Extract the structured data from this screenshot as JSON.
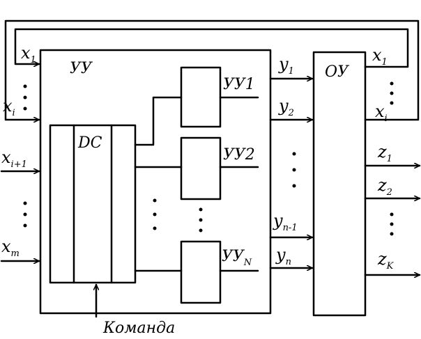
{
  "labels": {
    "control_unit": "УУ",
    "operational_unit": "ОУ",
    "decoder": "DC",
    "command": "Команда",
    "sub_units": [
      {
        "main": "УУ1",
        "sub": ""
      },
      {
        "main": "УУ2",
        "sub": ""
      },
      {
        "main": "УУ",
        "sub": "N"
      }
    ],
    "left_inputs": [
      {
        "main": "x",
        "sub": "1"
      },
      {
        "main": "x",
        "sub": "i"
      },
      {
        "main": "x",
        "sub": "i+1"
      },
      {
        "main": "x",
        "sub": "m"
      }
    ],
    "mid_signals": [
      {
        "main": "y",
        "sub": "1"
      },
      {
        "main": "y",
        "sub": "2"
      },
      {
        "main": "y",
        "sub": "n-1"
      },
      {
        "main": "y",
        "sub": "n"
      }
    ],
    "feedback_signals": [
      {
        "main": "x",
        "sub": "1"
      },
      {
        "main": "x",
        "sub": "i"
      }
    ],
    "outputs": [
      {
        "main": "z",
        "sub": "1"
      },
      {
        "main": "z",
        "sub": "2"
      },
      {
        "main": "z",
        "sub": "K"
      }
    ]
  }
}
